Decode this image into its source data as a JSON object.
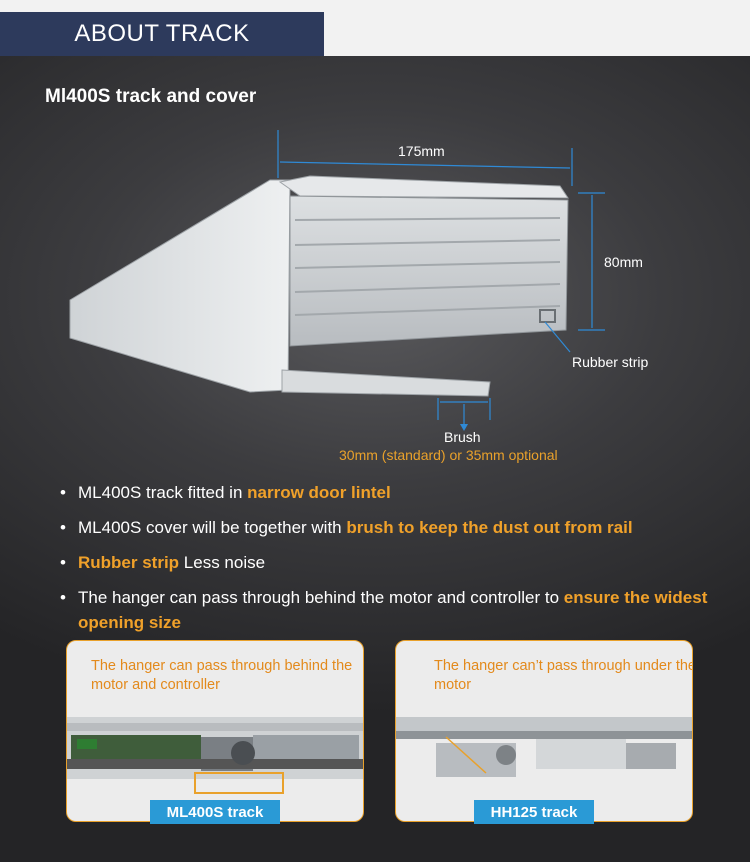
{
  "header": {
    "title": "ABOUT TRACK"
  },
  "section": {
    "title": "Ml400S track and cover"
  },
  "diagram": {
    "width_label": "175mm",
    "height_label": "80mm",
    "rubber_label": "Rubber strip",
    "brush_label": "Brush",
    "brush_note": "30mm (standard) or 35mm optional"
  },
  "bullets": [
    {
      "pre": "ML400S track  fitted in ",
      "highlight": "narrow door lintel",
      "post": ""
    },
    {
      "pre": "ML400S cover will be together with ",
      "highlight": "brush to keep the dust out from rail",
      "post": ""
    },
    {
      "pre": "",
      "highlight": "Rubber strip",
      "post": "  Less noise"
    },
    {
      "pre": "The hanger can pass through behind the motor and controller to ",
      "highlight": "ensure the widest opening size",
      "post": ""
    }
  ],
  "panels": {
    "left": {
      "caption": "The hanger can pass through behind the motor and controller",
      "tag": "ML400S track"
    },
    "right": {
      "caption": "The hanger can’t pass through under the motor",
      "tag": "HH125 track"
    }
  },
  "colors": {
    "accent": "#f0a12a",
    "header_bg": "#2d3a5c",
    "tag_bg": "#2a9ad6",
    "dim_line": "#2f8ad6"
  }
}
